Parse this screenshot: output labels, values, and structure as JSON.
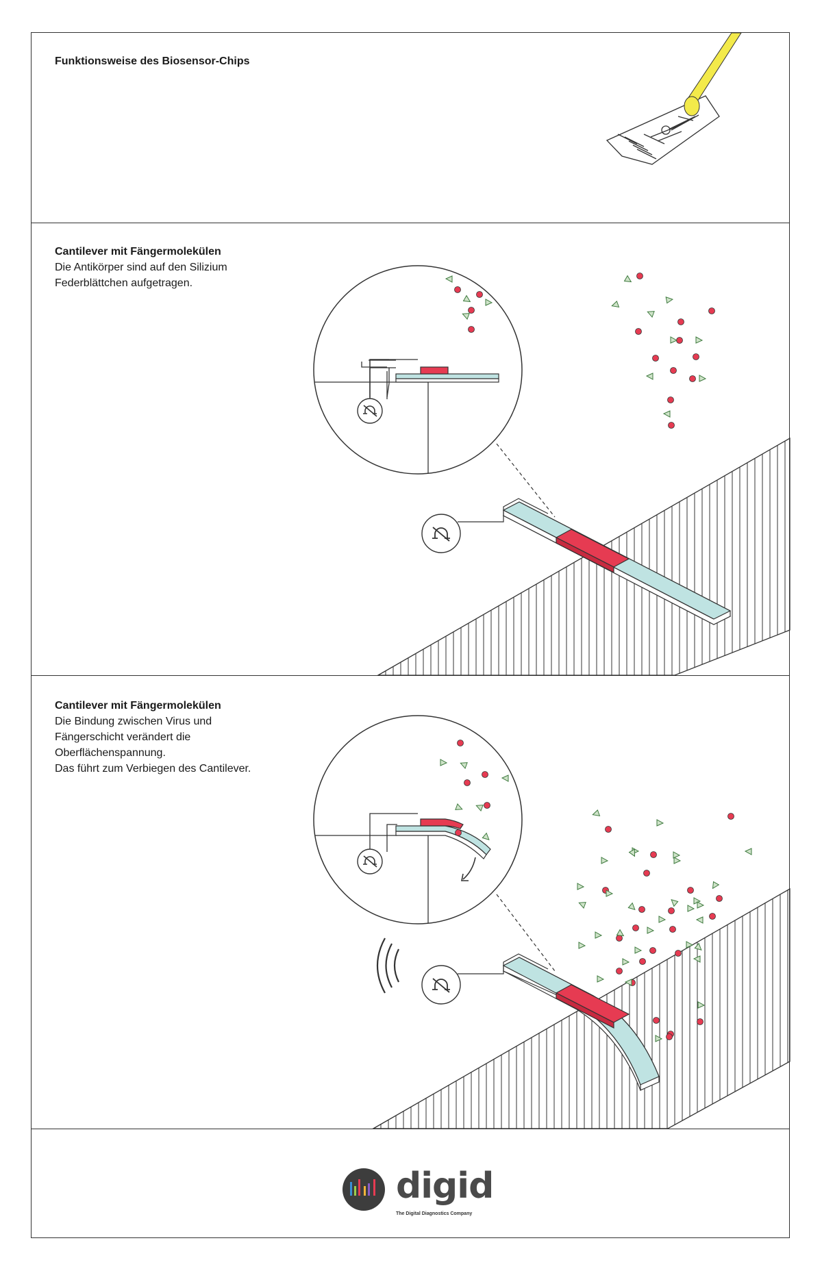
{
  "panels": [
    {
      "title": "Funktionsweise des Biosensor-Chips"
    },
    {
      "title": "Cantilever mit Fängermolekülen",
      "description": "Die Antikörper sind auf den Silizium\nFederblättchen aufgetragen."
    },
    {
      "title": "Cantilever mit Fängermolekülen",
      "description": "Die Bindung zwischen Virus und\nFängerschicht verändert die\nOberflächenspannung.\nDas führt zum Verbiegen des Cantilever."
    }
  ],
  "footer": {
    "logo_text": "digid",
    "tagline": "The Digital Diagnostics Company"
  },
  "colors": {
    "outline": "#333333",
    "cantilever": "#bfe3e2",
    "antibody": "#e63b52",
    "virus": "#e63b52",
    "molecule_fill": "#cfe3c9",
    "molecule_stroke": "#3e7a3e",
    "pipette": "#f3ea4a",
    "logo_circle": "#3d3d3d"
  },
  "icons": {
    "sensor": "ohm-meter-icon",
    "signal": "signal-waves-icon",
    "bend_arrow": "bend-arrow-icon"
  }
}
